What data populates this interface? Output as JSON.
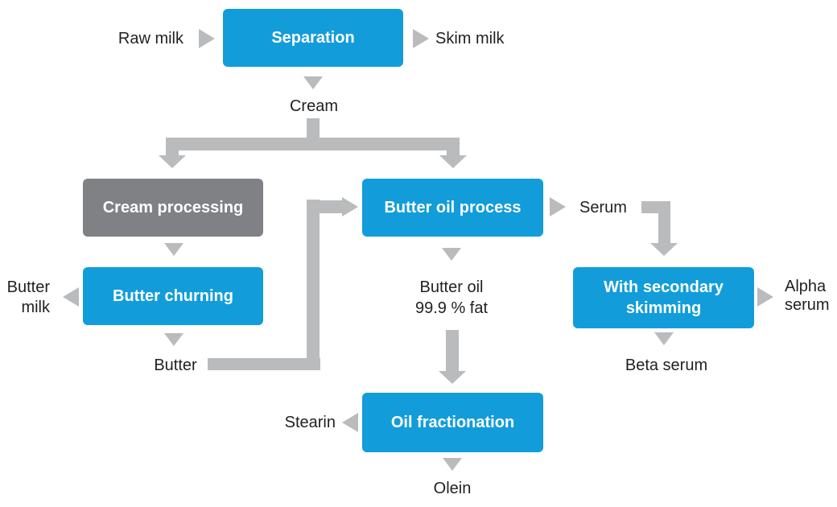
{
  "colors": {
    "process_box_blue": "#129DDA",
    "process_box_gray": "#7F8184",
    "arrow_gray": "#B9BBBD",
    "label_text": "#231F20",
    "box_text": "#FFFFFF",
    "background": "#FFFFFF"
  },
  "nodes": {
    "separation": {
      "label": "Separation"
    },
    "cream_processing": {
      "label": "Cream processing"
    },
    "butter_oil_process": {
      "label": "Butter oil process"
    },
    "butter_churning": {
      "label": "Butter churning"
    },
    "with_secondary_skimming": {
      "label": "With secondary skimming"
    },
    "oil_fractionation": {
      "label": "Oil fractionation"
    }
  },
  "flow_labels": {
    "raw_milk": "Raw milk",
    "skim_milk": "Skim milk",
    "cream": "Cream",
    "butter_milk": "Butter\nmilk",
    "butter": "Butter",
    "serum": "Serum",
    "butter_oil_fat": "Butter oil\n99.9 % fat",
    "alpha_serum": "Alpha\nserum",
    "beta_serum": "Beta serum",
    "stearin": "Stearin",
    "olein": "Olein"
  }
}
